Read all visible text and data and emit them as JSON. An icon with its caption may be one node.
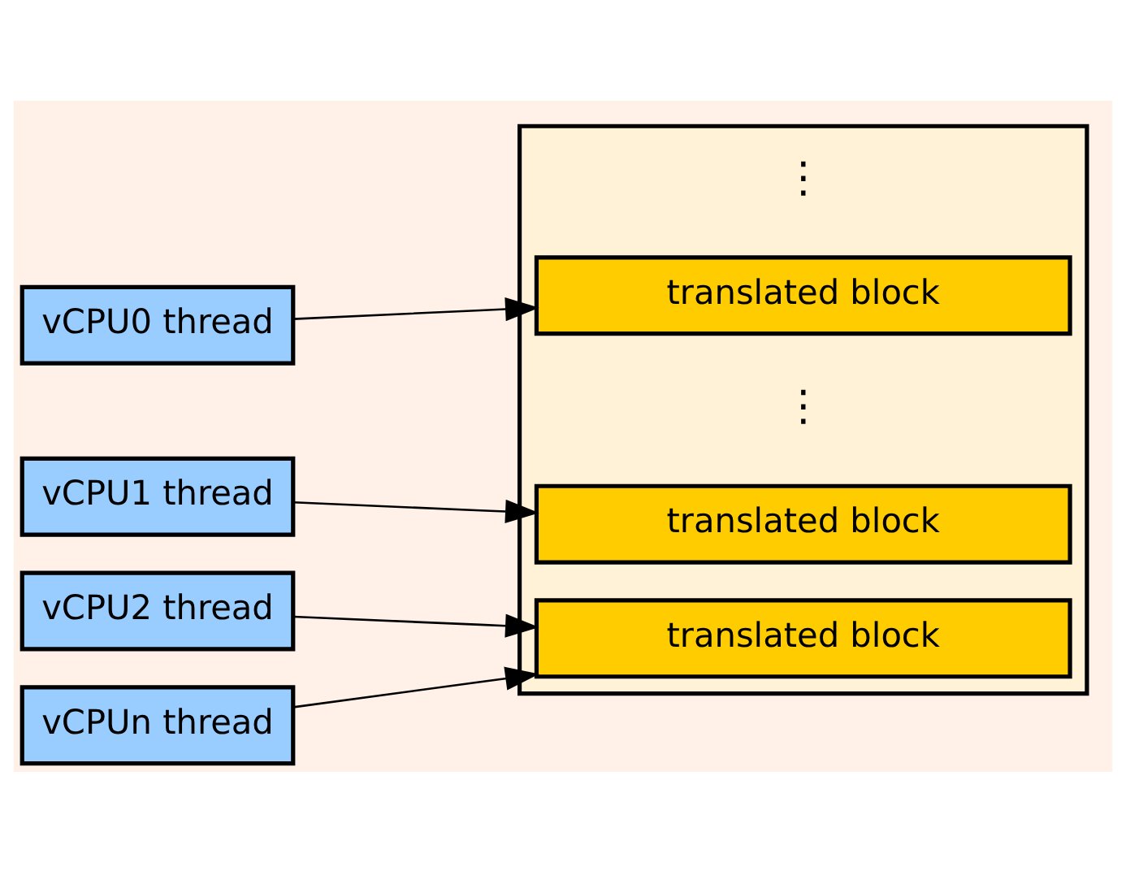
{
  "diagram": {
    "nodes": [
      {
        "text": [
          "vCPU0 thread"
        ]
      },
      {
        "text": [
          "vCPU1 thread"
        ]
      },
      {
        "text": [
          "vCPU2 thread"
        ]
      },
      {
        "text": [
          "vCPUn thread"
        ]
      },
      {
        "text": [],
        "shape": "box"
      },
      {
        "text": [
          "translated block"
        ],
        "in": 4
      },
      {
        "text": [
          "translated block"
        ],
        "in": 4
      },
      {
        "text": [
          "translated block"
        ],
        "in": 4
      }
    ],
    "edges": [
      {
        "from": 0,
        "to": 6,
        "arrow": "to"
      },
      {
        "from": 1,
        "to": 5,
        "arrow": "to"
      },
      {
        "from": 2,
        "to": 7,
        "arrow": "to"
      },
      {
        "from": 3,
        "to": 7,
        "arrow": "to"
      }
    ],
    "labels": [
      "⋮",
      "⋮"
    ]
  }
}
